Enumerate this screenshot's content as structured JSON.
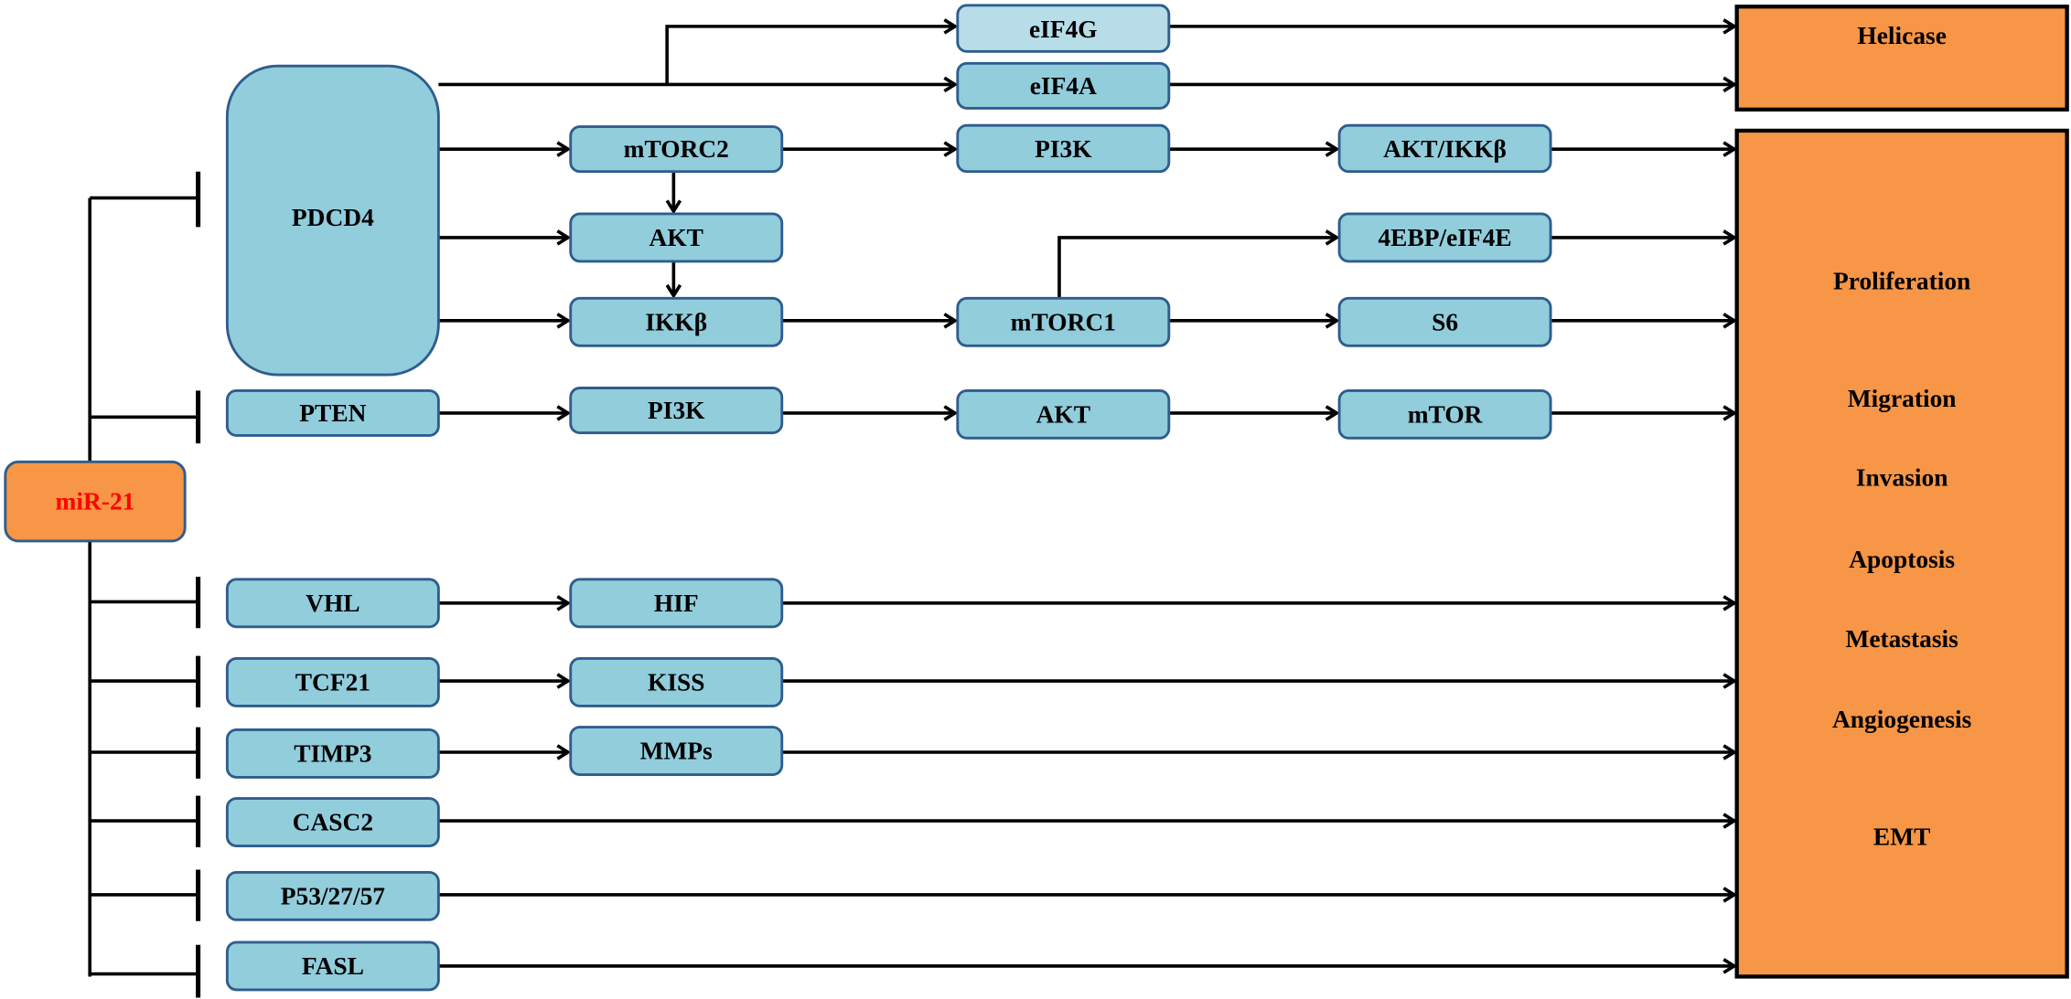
{
  "source": {
    "label": "miR-21",
    "color": "#ff0000"
  },
  "nodes": {
    "pdcd4": "PDCD4",
    "eif4g": "eIF4G",
    "eif4a": "eIF4A",
    "mtorc2": "mTORC2",
    "pi3k_top": "PI3K",
    "akt_ikkb": "AKT/IKKβ",
    "akt_mid": "AKT",
    "ebp": "4EBP/eIF4E",
    "ikkb": "IKKβ",
    "mtorc1": "mTORC1",
    "s6": "S6",
    "pten": "PTEN",
    "pi3k": "PI3K",
    "akt": "AKT",
    "mtor": "mTOR",
    "vhl": "VHL",
    "hif": "HIF",
    "tcf21": "TCF21",
    "kiss": "KISS",
    "timp3": "TIMP3",
    "mmps": "MMPs",
    "casc2": "CASC2",
    "p53": "P53/27/57",
    "fasl": "FASL"
  },
  "outcomes": {
    "helicase": "Helicase",
    "list": [
      "Proliferation",
      "Migration",
      "Invasion",
      "Apoptosis",
      "Metastasis",
      "Angiogenesis",
      "EMT"
    ]
  },
  "colors": {
    "node": "#92cddc",
    "outcome": "#f79646",
    "border": "#2e5d8e"
  }
}
